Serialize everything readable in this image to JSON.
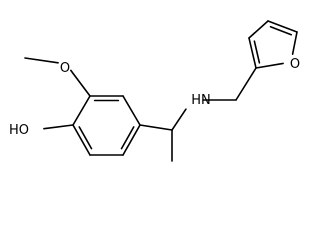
{
  "molecule": {
    "atom_labels": {
      "methoxy_oxygen": "O",
      "hydroxyl": "HO",
      "amine": "HN",
      "furan_oxygen": "O"
    },
    "bonds": [
      {
        "from": "ch3_methoxy",
        "to": "o_methoxy",
        "order": 1
      },
      {
        "from": "o_methoxy",
        "to": "c3",
        "order": 1
      },
      {
        "from": "c1",
        "to": "c2",
        "order": 1
      },
      {
        "from": "c2",
        "to": "c3",
        "order": 2
      },
      {
        "from": "c3",
        "to": "c4",
        "order": 1
      },
      {
        "from": "c4",
        "to": "c5",
        "order": 2
      },
      {
        "from": "c5",
        "to": "c6",
        "order": 1
      },
      {
        "from": "c6",
        "to": "c1",
        "order": 2
      },
      {
        "from": "c4",
        "to": "o_hydroxyl",
        "order": 1
      },
      {
        "from": "c1",
        "to": "ch",
        "order": 1
      },
      {
        "from": "ch",
        "to": "ch3",
        "order": 1
      },
      {
        "from": "ch",
        "to": "n",
        "order": 1
      },
      {
        "from": "n",
        "to": "ch2",
        "order": 1
      },
      {
        "from": "ch2",
        "to": "f2",
        "order": 1
      },
      {
        "from": "f2",
        "to": "f3",
        "order": 2
      },
      {
        "from": "f3",
        "to": "f4",
        "order": 1
      },
      {
        "from": "f4",
        "to": "f5",
        "order": 2
      },
      {
        "from": "f5",
        "to": "f_o",
        "order": 1
      },
      {
        "from": "f_o",
        "to": "f2",
        "order": 1
      }
    ]
  }
}
